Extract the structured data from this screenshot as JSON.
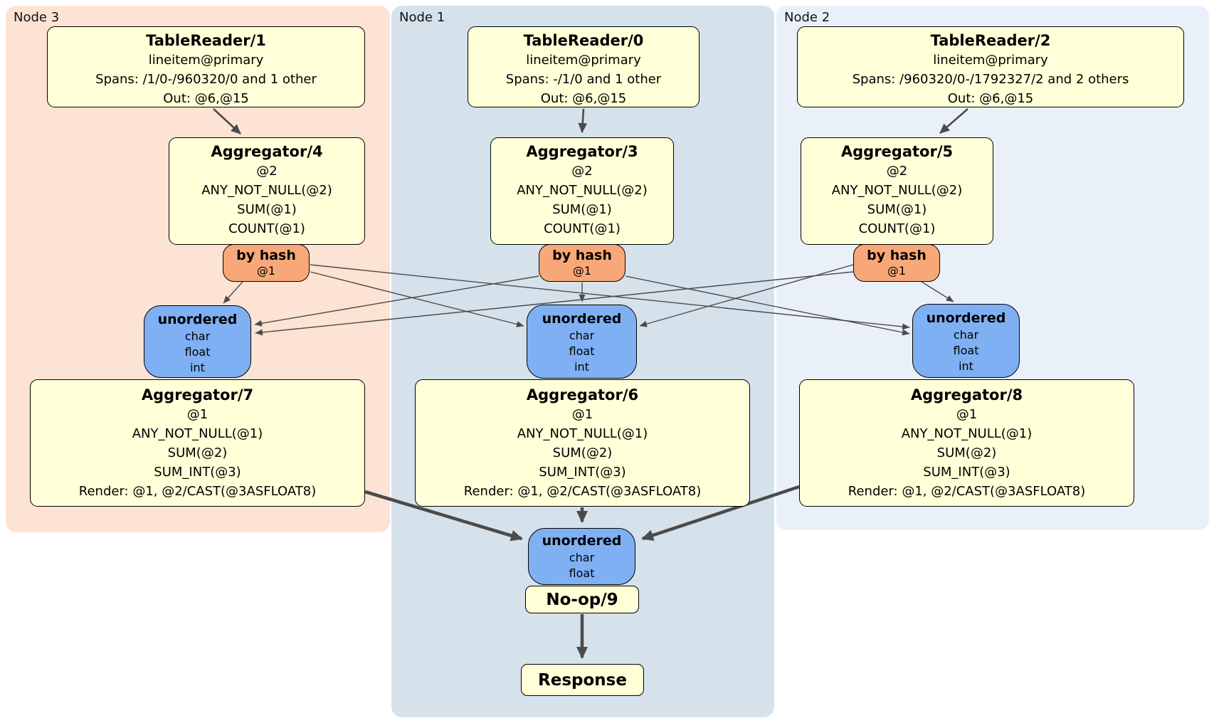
{
  "columns": [
    {
      "node_label": "Node 3",
      "tablereader": {
        "title": "TableReader/1",
        "lines": [
          "lineitem@primary",
          "Spans: /1/0-/960320/0 and 1 other",
          "Out: @6,@15"
        ]
      },
      "aggregator_top": {
        "title": "Aggregator/4",
        "lines": [
          "@2",
          "ANY_NOT_NULL(@2)",
          "SUM(@1)",
          "COUNT(@1)"
        ]
      },
      "router": {
        "label": "by hash",
        "key": "@1"
      },
      "stream": {
        "label": "unordered",
        "types": [
          "char",
          "float",
          "int"
        ]
      },
      "aggregator_final": {
        "title": "Aggregator/7",
        "lines": [
          "@1",
          "ANY_NOT_NULL(@1)",
          "SUM(@2)",
          "SUM_INT(@3)",
          "Render: @1, @2/CAST(@3ASFLOAT8)"
        ]
      }
    },
    {
      "node_label": "Node 1",
      "tablereader": {
        "title": "TableReader/0",
        "lines": [
          "lineitem@primary",
          "Spans: -/1/0 and 1 other",
          "Out: @6,@15"
        ]
      },
      "aggregator_top": {
        "title": "Aggregator/3",
        "lines": [
          "@2",
          "ANY_NOT_NULL(@2)",
          "SUM(@1)",
          "COUNT(@1)"
        ]
      },
      "router": {
        "label": "by hash",
        "key": "@1"
      },
      "stream": {
        "label": "unordered",
        "types": [
          "char",
          "float",
          "int"
        ]
      },
      "aggregator_final": {
        "title": "Aggregator/6",
        "lines": [
          "@1",
          "ANY_NOT_NULL(@1)",
          "SUM(@2)",
          "SUM_INT(@3)",
          "Render: @1, @2/CAST(@3ASFLOAT8)"
        ]
      }
    },
    {
      "node_label": "Node 2",
      "tablereader": {
        "title": "TableReader/2",
        "lines": [
          "lineitem@primary",
          "Spans: /960320/0-/1792327/2 and 2 others",
          "Out: @6,@15"
        ]
      },
      "aggregator_top": {
        "title": "Aggregator/5",
        "lines": [
          "@2",
          "ANY_NOT_NULL(@2)",
          "SUM(@1)",
          "COUNT(@1)"
        ]
      },
      "router": {
        "label": "by hash",
        "key": "@1"
      },
      "stream": {
        "label": "unordered",
        "types": [
          "char",
          "float",
          "int"
        ]
      },
      "aggregator_final": {
        "title": "Aggregator/8",
        "lines": [
          "@1",
          "ANY_NOT_NULL(@1)",
          "SUM(@2)",
          "SUM_INT(@3)",
          "Render: @1, @2/CAST(@3ASFLOAT8)"
        ]
      }
    }
  ],
  "sink": {
    "stream": {
      "label": "unordered",
      "types": [
        "char",
        "float"
      ]
    },
    "noop_label": "No-op/9",
    "response_label": "Response"
  },
  "colors": {
    "node3_panel": "#fde3d3",
    "node1_panel": "#d6e2eb",
    "node2_panel": "#eaf0f9",
    "processor_box": "#ffffd8",
    "hash_router": "#f8a878",
    "stream_box": "#7fb0f4",
    "edge": "#4b4b4b"
  }
}
